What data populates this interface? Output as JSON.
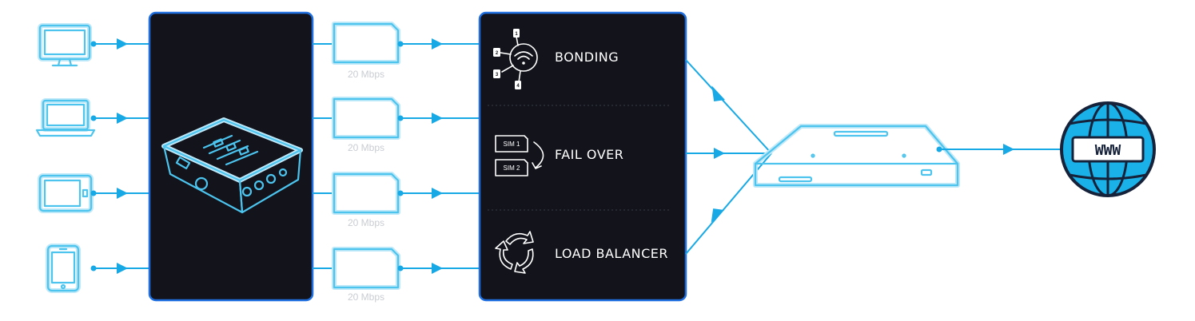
{
  "links": {
    "speed_labels": [
      "20 Mbps",
      "20 Mbps",
      "20 Mbps",
      "20 Mbps"
    ]
  },
  "features": {
    "bonding": {
      "label": "BONDING",
      "connection_numbers": [
        "1",
        "2",
        "3",
        "4"
      ]
    },
    "failover": {
      "label": "FAIL OVER",
      "sim_labels": [
        "SIM 1",
        "SIM 2"
      ]
    },
    "load_balancer": {
      "label": "LOAD BALANCER"
    }
  },
  "internet": {
    "globe_label": "WWW"
  },
  "icons": {
    "devices": [
      "desktop-icon",
      "laptop-icon",
      "tablet-icon",
      "phone-icon"
    ],
    "router": "router-device-icon",
    "server": "server-appliance-icon",
    "globe": "globe-icon"
  },
  "colors": {
    "accent": "#16a9e6",
    "panel": "#12131b",
    "panel_border": "#1f6fe0",
    "glow": "#4cc4ee"
  }
}
